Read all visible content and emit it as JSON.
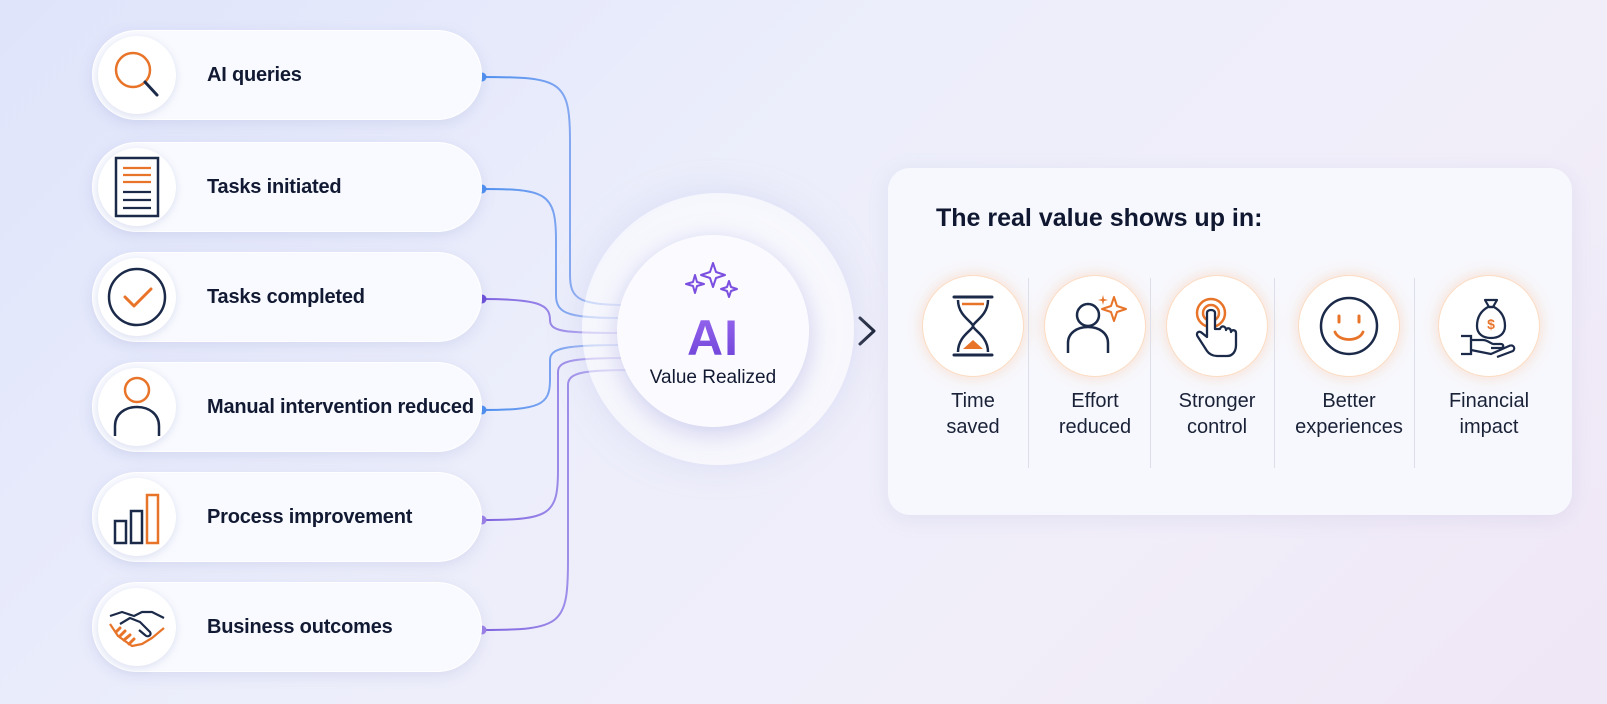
{
  "metrics": [
    {
      "label": "AI queries",
      "icon": "magnifier-icon"
    },
    {
      "label": "Tasks initiated",
      "icon": "document-icon"
    },
    {
      "label": "Tasks completed",
      "icon": "check-circle-icon"
    },
    {
      "label": "Manual intervention reduced",
      "icon": "person-icon"
    },
    {
      "label": "Process improvement",
      "icon": "bar-chart-icon"
    },
    {
      "label": "Business outcomes",
      "icon": "handshake-icon"
    }
  ],
  "hub": {
    "big": "AI",
    "subtitle": "Value Realized",
    "icon": "sparkles-icon"
  },
  "results": {
    "title": "The real value shows up in:",
    "items": [
      {
        "line1": "Time",
        "line2": "saved",
        "icon": "hourglass-icon"
      },
      {
        "line1": "Effort",
        "line2": "reduced",
        "icon": "person-sparkle-icon"
      },
      {
        "line1": "Stronger",
        "line2": "control",
        "icon": "touch-icon"
      },
      {
        "line1": "Better",
        "line2": "experiences",
        "icon": "smiley-icon"
      },
      {
        "line1": "Financial",
        "line2": "impact",
        "icon": "money-bag-hand-icon"
      }
    ]
  },
  "colors": {
    "accent_orange": "#e8742a",
    "accent_purple": "#7b4fe0",
    "wire_blue": "#4d8ff0",
    "wire_purple": "#7e62e0",
    "ink": "#1c2a4a"
  }
}
